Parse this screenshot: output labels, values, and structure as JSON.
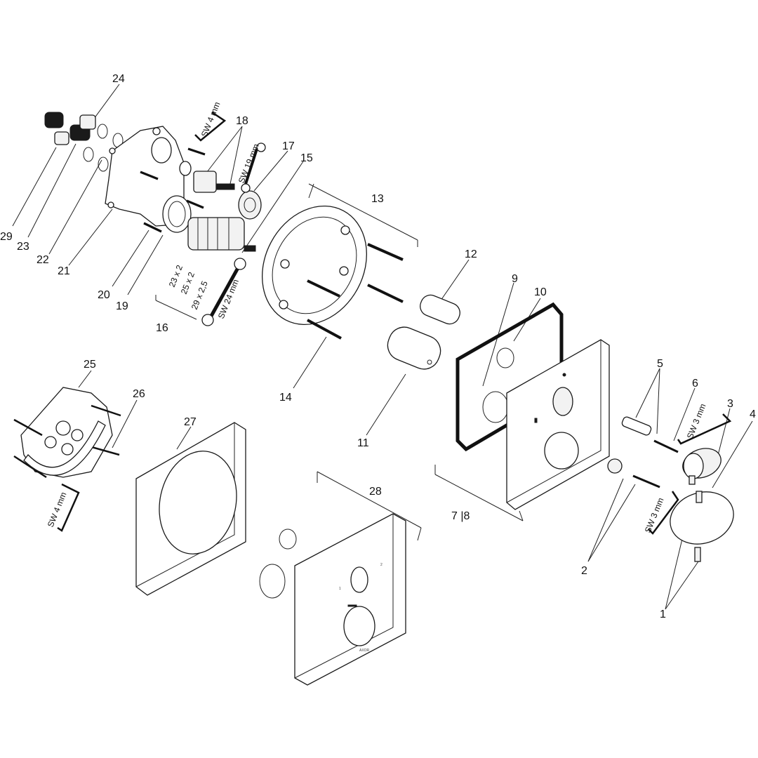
{
  "callouts": {
    "c1": "1",
    "c2": "2",
    "c3": "3",
    "c4": "4",
    "c5": "5",
    "c6": "6",
    "c7_8": "7 |8",
    "c9": "9",
    "c10": "10",
    "c11": "11",
    "c12": "12",
    "c13": "13",
    "c14": "14",
    "c15": "15",
    "c16": "16",
    "c17": "17",
    "c18": "18",
    "c19": "19",
    "c20": "20",
    "c21": "21",
    "c22": "22",
    "c23": "23",
    "c24": "24",
    "c25": "25",
    "c26": "26",
    "c27": "27",
    "c28": "28",
    "c29": "29"
  },
  "tools": {
    "sw4_top": "SW 4 mm",
    "sw19": "SW 19 mm",
    "sw24": "SW 24 mm",
    "sw4_left": "SW 4 mm",
    "sw3_upper": "SW 3 mm",
    "sw3_lower": "SW 3 mm"
  },
  "seals": {
    "s23": "23 x 2",
    "s25": "25 x 2",
    "s29": "29 x 2,5"
  },
  "trim_plate": {
    "marking_1": "1",
    "marking_2": "2",
    "brand": "AXOR"
  }
}
